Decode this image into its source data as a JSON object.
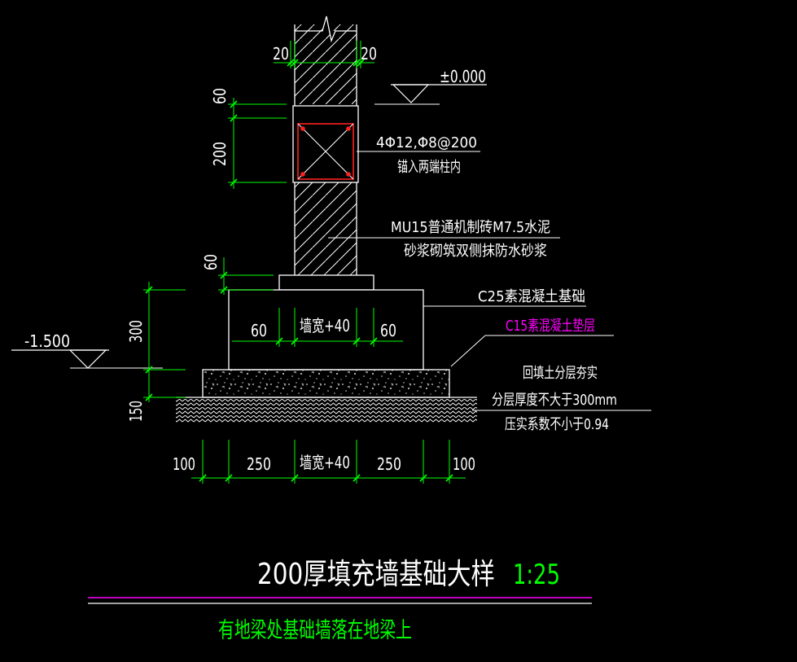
{
  "colors": {
    "background": "#000000",
    "outline": "#ffffff",
    "dimension": "#00ff00",
    "rebar": "#ff2020",
    "magenta": "#ff00ff",
    "title_text": "#ffffff",
    "scale_text": "#00ff00",
    "note_text": "#00ff00"
  },
  "dimensions": {
    "top_left": "20",
    "top_right": "20",
    "beam_top": "60",
    "beam_height": "200",
    "step_height": "60",
    "footing_height": "300",
    "bed_height": "150",
    "footing_left": "60",
    "footing_mid": "墙宽+40",
    "footing_right": "60",
    "bottom_outer_left": "100",
    "bottom_left": "250",
    "bottom_mid": "墙宽+40",
    "bottom_right": "250",
    "bottom_outer_right": "100"
  },
  "levels": {
    "top": "±0.000",
    "bottom": "-1.500"
  },
  "annotations": {
    "beam_line1": "4Φ12,Φ8@200",
    "beam_line2": "锚入两端柱内",
    "wall_line1": "MU15普通机制砖M7.5水泥",
    "wall_line2": "砂浆砌筑双侧抹防水砂浆",
    "footing": "C25素混凝土基础",
    "bed": "C15素混凝土垫层",
    "backfill_line1": "回填土分层夯实",
    "backfill_line2": "分层厚度不大于300mm",
    "backfill_line3": "压实系数不小于0.94"
  },
  "title": {
    "main": "200厚填充墙基础大样",
    "scale": "1:25",
    "note": "有地梁处基础墙落在地梁上"
  }
}
